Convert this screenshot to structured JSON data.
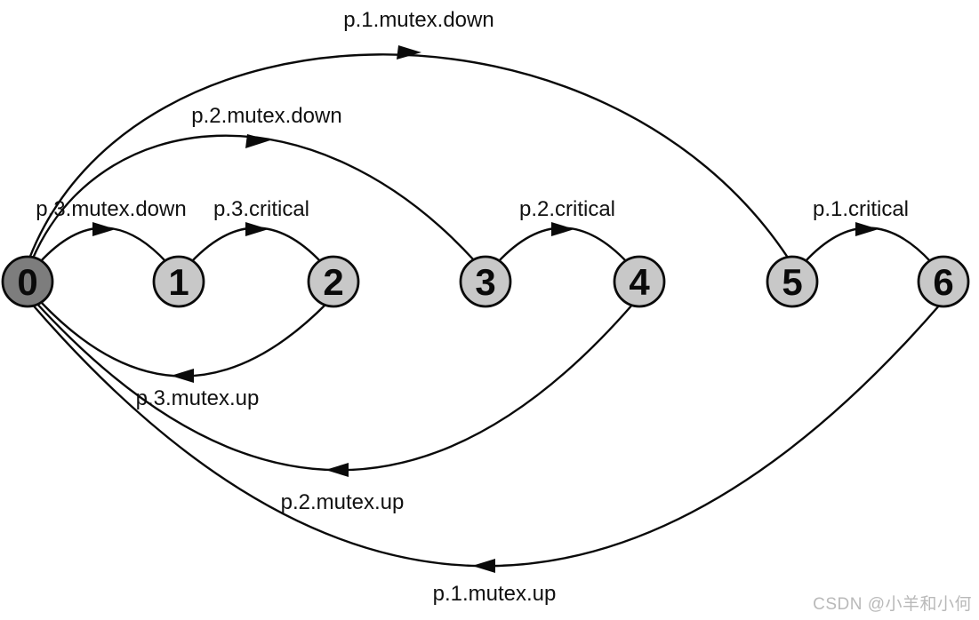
{
  "diagram": {
    "type": "state-transition-graph",
    "description": "Mutual exclusion (mutex semaphore) state space with three processes",
    "nodes": [
      {
        "id": "0",
        "label": "0",
        "fill": "#7d7d7d",
        "role": "initial-state"
      },
      {
        "id": "1",
        "label": "1",
        "fill": "#c8c8c8",
        "role": "state"
      },
      {
        "id": "2",
        "label": "2",
        "fill": "#c8c8c8",
        "role": "state"
      },
      {
        "id": "3",
        "label": "3",
        "fill": "#c8c8c8",
        "role": "state"
      },
      {
        "id": "4",
        "label": "4",
        "fill": "#c8c8c8",
        "role": "state"
      },
      {
        "id": "5",
        "label": "5",
        "fill": "#c8c8c8",
        "role": "state"
      },
      {
        "id": "6",
        "label": "6",
        "fill": "#c8c8c8",
        "role": "state"
      }
    ],
    "edges": [
      {
        "from": "0",
        "to": "1",
        "label": "p.3.mutex.down",
        "direction": "right"
      },
      {
        "from": "1",
        "to": "2",
        "label": "p.3.critical",
        "direction": "right"
      },
      {
        "from": "3",
        "to": "4",
        "label": "p.2.critical",
        "direction": "right"
      },
      {
        "from": "5",
        "to": "6",
        "label": "p.1.critical",
        "direction": "right"
      },
      {
        "from": "0",
        "to": "3",
        "label": "p.2.mutex.down",
        "direction": "right"
      },
      {
        "from": "0",
        "to": "5",
        "label": "p.1.mutex.down",
        "direction": "right"
      },
      {
        "from": "2",
        "to": "0",
        "label": "p.3.mutex.up",
        "direction": "left"
      },
      {
        "from": "4",
        "to": "0",
        "label": "p.2.mutex.up",
        "direction": "left"
      },
      {
        "from": "6",
        "to": "0",
        "label": "p.1.mutex.up",
        "direction": "left"
      }
    ],
    "colors": {
      "node_default": "#c8c8c8",
      "node_initial": "#7d7d7d",
      "line": "#0a0a0a",
      "label_text": "#111111"
    }
  },
  "watermark": {
    "text": "CSDN @小羊和小何",
    "color": "#b9b9b9"
  }
}
